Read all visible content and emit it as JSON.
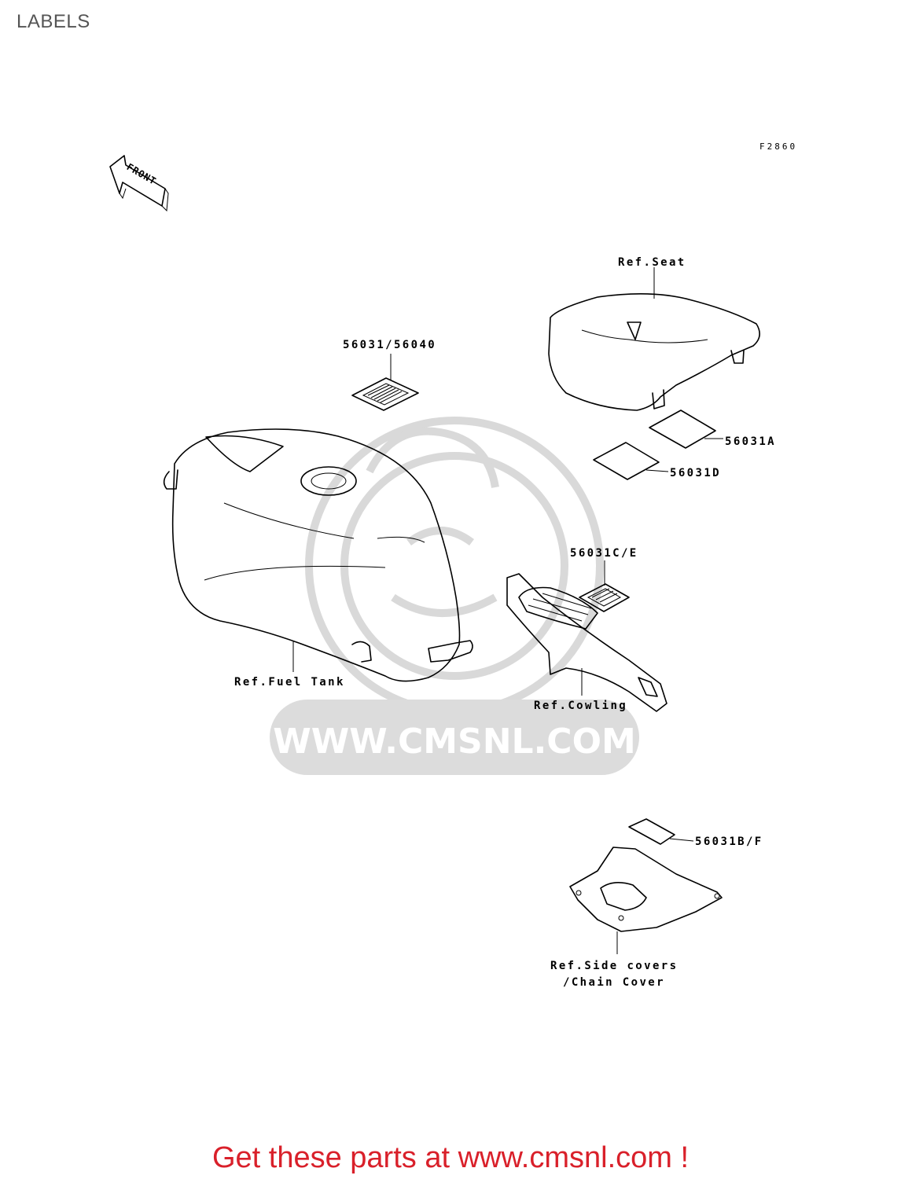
{
  "page": {
    "title": "LABELS"
  },
  "diagram": {
    "figure_code": "F2860",
    "front_arrow_label": "FRONT",
    "callouts": {
      "ref_seat": "Ref.Seat",
      "part_56031_56040": "56031/56040",
      "part_56031a": "56031A",
      "part_56031d": "56031D",
      "part_56031c_e": "56031C/E",
      "ref_fuel_tank": "Ref.Fuel Tank",
      "ref_cowling": "Ref.Cowling",
      "part_56031b_f": "56031B/F",
      "ref_side_covers_line1": "Ref.Side covers",
      "ref_side_covers_line2": "/Chain Cover"
    },
    "watermark_text": "WWW.CMSNL.COM"
  },
  "footer": {
    "link_text": "Get these parts at www.cmsnl.com !"
  }
}
